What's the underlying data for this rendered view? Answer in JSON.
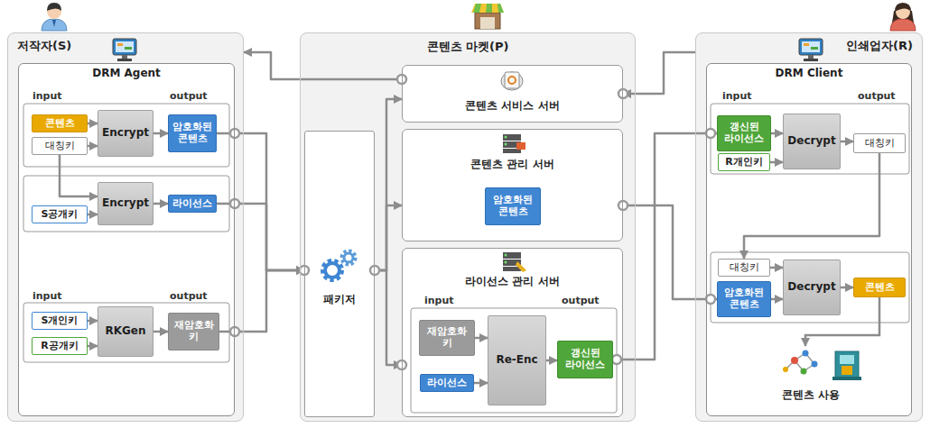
{
  "diagram": {
    "nodes": [
      {
        "text": [
          "저작자(S)"
        ]
      },
      {
        "text": [
          "DRM Agent"
        ],
        "in": 0
      },
      {
        "text": [
          "콘텐츠"
        ],
        "in": 1
      },
      {
        "text": [
          "대칭키"
        ],
        "in": 1
      },
      {
        "text": [
          "Encrypt"
        ],
        "in": 1
      },
      {
        "text": [
          "암호화된 콘텐츠"
        ],
        "in": 1
      },
      {
        "text": [
          "Encrypt"
        ],
        "in": 1
      },
      {
        "text": [
          "S공개키"
        ],
        "in": 1
      },
      {
        "text": [
          "라이선스"
        ],
        "in": 1
      },
      {
        "text": [
          "S개인키"
        ],
        "in": 1
      },
      {
        "text": [
          "R공개키"
        ],
        "in": 1
      },
      {
        "text": [
          "RKGen"
        ],
        "in": 1
      },
      {
        "text": [
          "재암호화 키"
        ],
        "in": 1
      },
      {
        "text": [
          "콘텐츠 마켓(P)"
        ]
      },
      {
        "text": [
          "패키저"
        ],
        "in": 13
      },
      {
        "text": [
          "콘텐츠 서비스 서버"
        ],
        "in": 13
      },
      {
        "text": [
          "콘텐츠 관리 서버"
        ],
        "in": 13
      },
      {
        "text": [
          "암호화된 콘텐츠"
        ],
        "in": 16
      },
      {
        "text": [
          "라이선스 관리 서버"
        ],
        "in": 13
      },
      {
        "text": [
          "재암호화 키"
        ],
        "in": 18
      },
      {
        "text": [
          "라이선스"
        ],
        "in": 18
      },
      {
        "text": [
          "Re-Enc"
        ],
        "in": 18
      },
      {
        "text": [
          "갱신된 라이선스"
        ],
        "in": 18
      },
      {
        "text": [
          "인쇄업자(R)"
        ]
      },
      {
        "text": [
          "DRM Client"
        ],
        "in": 23
      },
      {
        "text": [
          "갱신된 라이선스"
        ],
        "in": 24
      },
      {
        "text": [
          "R개인키"
        ],
        "in": 24
      },
      {
        "text": [
          "Decrypt"
        ],
        "in": 24
      },
      {
        "text": [
          "대칭키"
        ],
        "in": 24
      },
      {
        "text": [
          "대칭키"
        ],
        "in": 24
      },
      {
        "text": [
          "암호화된 콘텐츠"
        ],
        "in": 24
      },
      {
        "text": [
          "Decrypt"
        ],
        "in": 24
      },
      {
        "text": [
          "콘텐츠"
        ],
        "in": 24
      }
    ],
    "edges": [
      {
        "from": 2,
        "to": 4,
        "arrow": "to"
      },
      {
        "from": 3,
        "to": 4,
        "arrow": "to"
      },
      {
        "from": 4,
        "to": 5,
        "arrow": "to"
      },
      {
        "from": 3,
        "to": 6,
        "arrow": "to"
      },
      {
        "from": 7,
        "to": 6,
        "arrow": "to"
      },
      {
        "from": 6,
        "to": 8,
        "arrow": "to"
      },
      {
        "from": 9,
        "to": 11,
        "arrow": "to"
      },
      {
        "from": 10,
        "to": 11,
        "arrow": "to"
      },
      {
        "from": 11,
        "to": 12,
        "arrow": "to"
      },
      {
        "from": 5,
        "to": 14,
        "arrow": "to"
      },
      {
        "from": 8,
        "to": 14,
        "arrow": "to"
      },
      {
        "from": 12,
        "to": 14,
        "arrow": "to"
      },
      {
        "from": 14,
        "to": 15,
        "arrow": "to"
      },
      {
        "from": 14,
        "to": 16,
        "arrow": "to"
      },
      {
        "from": 14,
        "to": 18,
        "arrow": "to"
      },
      {
        "from": 15,
        "to": 0,
        "arrow": "to"
      },
      {
        "from": 23,
        "to": 15,
        "arrow": "to"
      },
      {
        "from": 19,
        "to": 21,
        "arrow": "to"
      },
      {
        "from": 20,
        "to": 21,
        "arrow": "to"
      },
      {
        "from": 21,
        "to": 22,
        "arrow": "to"
      },
      {
        "from": 22,
        "to": 25,
        "arrow": "to"
      },
      {
        "from": 16,
        "to": 30,
        "arrow": "to"
      },
      {
        "from": 25,
        "to": 27,
        "arrow": "to"
      },
      {
        "from": 26,
        "to": 27,
        "arrow": "to"
      },
      {
        "from": 27,
        "to": 28,
        "arrow": "to"
      },
      {
        "from": 28,
        "to": 29,
        "arrow": "to"
      },
      {
        "from": 29,
        "to": 31,
        "arrow": "to"
      },
      {
        "from": 30,
        "to": 31,
        "arrow": "to"
      },
      {
        "from": 31,
        "to": 32,
        "arrow": "to"
      }
    ],
    "labels": [
      "input",
      "output",
      "input",
      "output",
      "input",
      "output",
      "input",
      "output",
      "콘텐츠 사용"
    ]
  }
}
